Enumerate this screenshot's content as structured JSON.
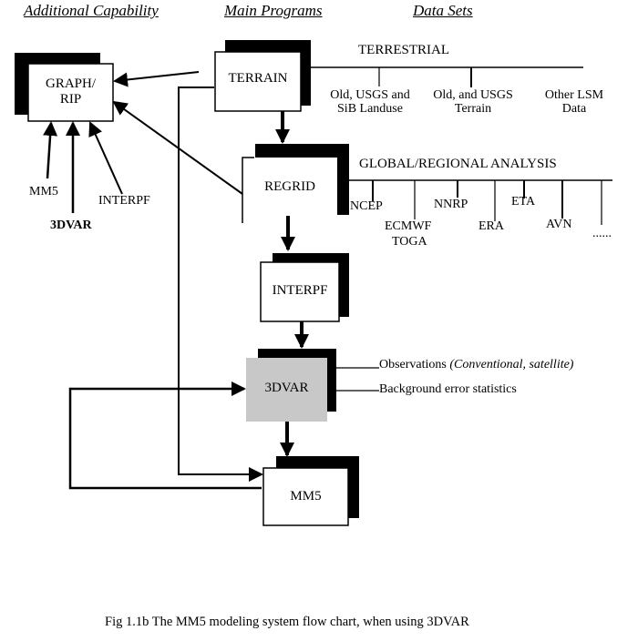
{
  "headers": {
    "additional": "Additional Capability",
    "main": "Main Programs",
    "datasets": "Data Sets"
  },
  "boxes": {
    "graph": [
      "GRAPH/",
      "RIP"
    ],
    "terrain": "TERRAIN",
    "regrid": "REGRID",
    "interpf": "INTERPF",
    "threedvar": "3DVAR",
    "mm5": "MM5"
  },
  "colors": {
    "threedvar_fill": "#c8c8c8",
    "shadow": "#000000",
    "line": "#000000"
  },
  "additional_inputs": {
    "mm5": "MM5",
    "threedvar": "3DVAR",
    "interpf": "INTERPF"
  },
  "terrestrial": {
    "title": "TERRESTRIAL",
    "items": [
      [
        "Old, USGS and",
        "SiB Landuse"
      ],
      [
        "Old, and USGS",
        "Terrain"
      ],
      [
        "Other LSM",
        "Data"
      ]
    ]
  },
  "global": {
    "title": "GLOBAL/REGIONAL ANALYSIS",
    "items": [
      "NCEP",
      "ECMWF",
      "TOGA",
      "NNRP",
      "ERA",
      "ETA",
      "AVN",
      "......"
    ]
  },
  "threedvar_inputs": {
    "observations": "Observations",
    "observations_detail": "(Conventional, satellite)",
    "background": "Background error statistics"
  },
  "caption": "Fig 1.1b The MM5 modeling system flow chart, when using 3DVAR"
}
